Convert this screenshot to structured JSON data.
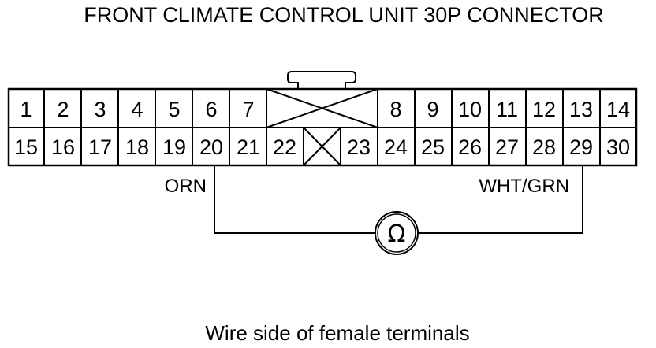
{
  "title": "FRONT CLIMATE CONTROL UNIT 30P CONNECTOR",
  "caption": "Wire side of female terminals",
  "connector": {
    "top_row": [
      "1",
      "2",
      "3",
      "4",
      "5",
      "6",
      "7",
      "8",
      "9",
      "10",
      "11",
      "12",
      "13",
      "14"
    ],
    "bottom_row": [
      "15",
      "16",
      "17",
      "18",
      "19",
      "20",
      "21",
      "22",
      "23",
      "24",
      "25",
      "26",
      "27",
      "28",
      "29",
      "30"
    ]
  },
  "probes": {
    "left_wire": "ORN",
    "right_wire": "WHT/GRN",
    "meter_symbol": "Ω"
  }
}
